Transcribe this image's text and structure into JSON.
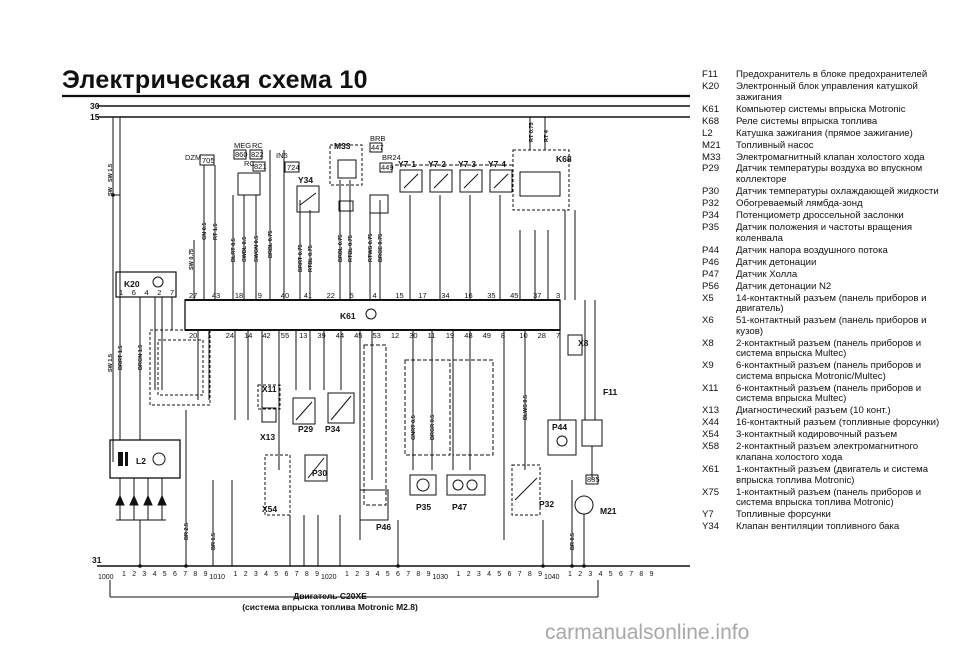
{
  "title": "Электрическая схема 10",
  "rails": {
    "top1": "30",
    "top2": "15",
    "bottom": "31"
  },
  "components": {
    "k20": "K20",
    "l2": "L2",
    "k61": "K61",
    "k68": "K68",
    "m33": "M33",
    "m21": "M21",
    "y34": "Y34",
    "y7_1": "Y7-1",
    "y7_2": "Y7-2",
    "y7_3": "Y7-3",
    "y7_4": "Y7-4",
    "x13": "X13",
    "x54": "X54",
    "x11": "X11",
    "x8": "X8",
    "p29": "P29",
    "p34": "P34",
    "p30": "P30",
    "p35": "P35",
    "p47": "P47",
    "p46": "P46",
    "p44": "P44",
    "p32": "P32",
    "f11": "F11",
    "dzm": "DZM",
    "dzm_num": "705",
    "meg": "MEG",
    "meg_num": "860",
    "rc": "RC",
    "rc_num": "822",
    "rc2": "RC",
    "rc2_num": "821",
    "in5": "IN5",
    "in5_num": "724",
    "brb": "BRB",
    "brb_num": "447",
    "br24": "BR24",
    "br24_num": "449",
    "num_835": "835"
  },
  "k61_pins_top": [
    "27",
    "43",
    "18",
    "9",
    "40",
    "41",
    "22",
    "5",
    "4",
    "15",
    "17",
    "34",
    "16",
    "35",
    "45",
    "37",
    "3"
  ],
  "k61_pins_bottom": [
    "20",
    "1",
    "24",
    "14",
    "42",
    "55",
    "13",
    "39",
    "44",
    "45",
    "53",
    "12",
    "30",
    "11",
    "19",
    "48",
    "49",
    "8",
    "10",
    "28",
    "7"
  ],
  "k20_pins": [
    "1",
    "6",
    "4",
    "2",
    "7"
  ],
  "wire_labels": {
    "sw15": "SW 1.5",
    "sw15b": "SW 1.5",
    "sw": "SW",
    "ws1": "SW 0.75",
    "gn05": "GN 0.5",
    "rt15": "RT 1.5",
    "blrt": "BLRT 0.5",
    "swbl": "SWBL 0.5",
    "swgn": "SWGN 0.5",
    "brbl": "BRBL 0.75",
    "brrt": "BRRT 0.75",
    "rtbl": "RTBL 0.75",
    "brbl2": "BRBL 0.75",
    "rtbl2": "RTBL 0.75",
    "rtws": "RTWS 0.75",
    "brge": "BRGE 0.75",
    "rt075": "RT 0.75",
    "rt4": "RT 4",
    "brrt15": "BRRT 1.5",
    "brgn": "BRGN 1.5",
    "br25": "BR 2.5",
    "br15": "BR 1.5",
    "gnrt": "GNRT 0.5",
    "brgr": "BRGR 0.5",
    "blws": "BLWS 0.5",
    "br05": "BR 0.5"
  },
  "ruler": [
    "1000",
    "1010",
    "1020",
    "1030",
    "1040"
  ],
  "ruler_digits": [
    "1",
    "2",
    "3",
    "4",
    "5",
    "6",
    "7",
    "8",
    "9"
  ],
  "caption": {
    "line1": "Двигатель C20XE",
    "line2": "(система впрыска топлива Motronic M2.8)"
  },
  "legend": [
    {
      "code": "F11",
      "desc": "Предохранитель в блоке предохранителей"
    },
    {
      "code": "K20",
      "desc": "Электронный блок управления катушкой зажигания"
    },
    {
      "code": "K61",
      "desc": "Компьютер системы впрыска Motronic"
    },
    {
      "code": "K68",
      "desc": "Реле системы впрыска топлива"
    },
    {
      "code": "L2",
      "desc": "Катушка зажигания (прямое зажигание)"
    },
    {
      "code": "M21",
      "desc": "Топливный насос"
    },
    {
      "code": "M33",
      "desc": "Электромагнитный клапан холостого хода"
    },
    {
      "code": "P29",
      "desc": "Датчик температуры воздуха во впускном коллекторе"
    },
    {
      "code": "P30",
      "desc": "Датчик температуры охлаждающей жидкости"
    },
    {
      "code": "P32",
      "desc": "Обогреваемый лямбда-зонд"
    },
    {
      "code": "P34",
      "desc": "Потенциометр дроссельной заслонки"
    },
    {
      "code": "P35",
      "desc": "Датчик положения и частоты вращения коленвала"
    },
    {
      "code": "P44",
      "desc": "Датчик напора воздушного потока"
    },
    {
      "code": "P46",
      "desc": "Датчик детонации"
    },
    {
      "code": "P47",
      "desc": "Датчик Холла"
    },
    {
      "code": "P56",
      "desc": "Датчик детонации N2"
    },
    {
      "code": "X5",
      "desc": "14-контактный разъем (панель приборов и двигатель)"
    },
    {
      "code": "X6",
      "desc": "51-контактный разъем (панель приборов и кузов)"
    },
    {
      "code": "X8",
      "desc": "2-контактный разъем (панель приборов и система впрыска Multec)"
    },
    {
      "code": "X9",
      "desc": "6-контактный разъем (панель приборов и система впрыска Motronic/Multec)"
    },
    {
      "code": "X11",
      "desc": "6-контактный разъем (панель приборов и система впрыска Multec)"
    },
    {
      "code": "X13",
      "desc": "Диагностический разъем (10 конт.)"
    },
    {
      "code": "X44",
      "desc": "16-контактный разъем (топливные форсунки)"
    },
    {
      "code": "X54",
      "desc": "3-контактный кодировочный разъем"
    },
    {
      "code": "X58",
      "desc": "2-контактный разъем электромагнитного клапана холостого хода"
    },
    {
      "code": "X61",
      "desc": "1-контактный разъем (двигатель и система впрыска топлива Motronic)"
    },
    {
      "code": "X75",
      "desc": "1-контактный разъем (панель приборов и система впрыска топлива Motronic)"
    },
    {
      "code": "Y7",
      "desc": "Топливные форсунки"
    },
    {
      "code": "Y34",
      "desc": "Клапан вентиляции топливного бака"
    }
  ],
  "watermark": "carmanualsonline.info"
}
